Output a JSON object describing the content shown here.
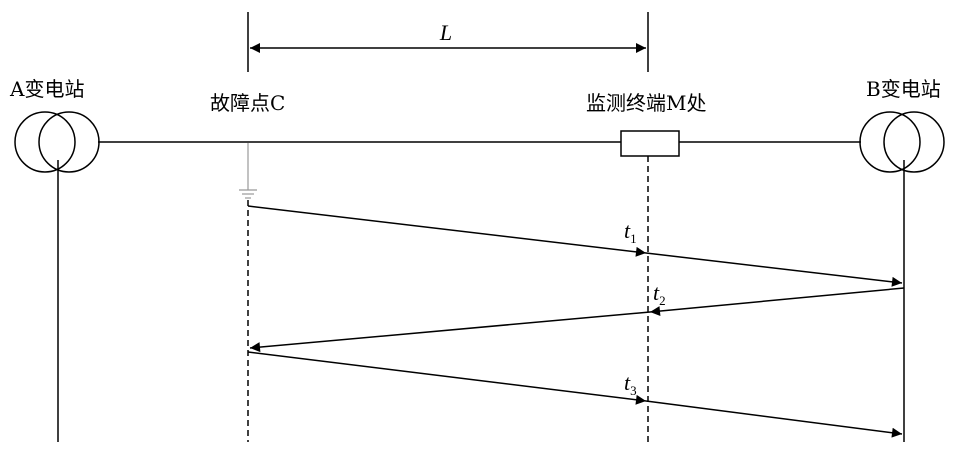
{
  "labels": {
    "station_a": "A变电站",
    "station_b": "B变电站",
    "fault_point": "故障点C",
    "monitor": "监测终端M处",
    "distance": "L"
  },
  "times": {
    "t1": {
      "base": "t",
      "sub": "1"
    },
    "t2": {
      "base": "t",
      "sub": "2"
    },
    "t3": {
      "base": "t",
      "sub": "3"
    }
  },
  "colors": {
    "stroke": "#000000",
    "background": "#ffffff"
  }
}
